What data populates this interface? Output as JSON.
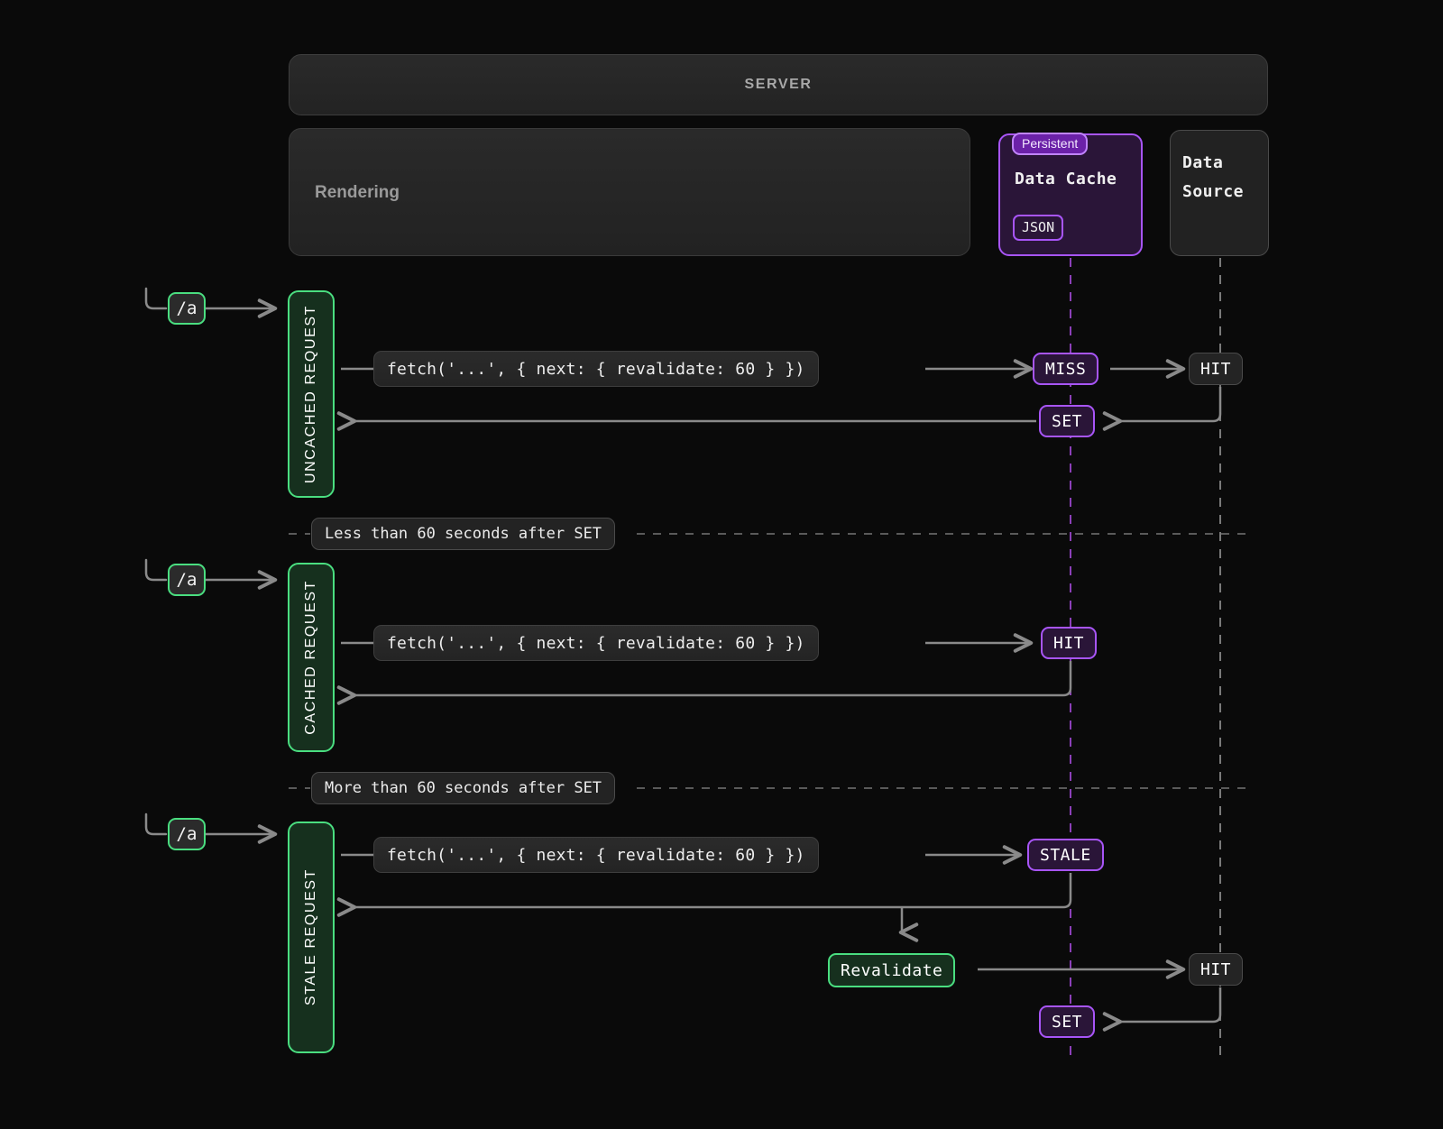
{
  "server": {
    "title": "SERVER"
  },
  "rendering": {
    "label": "Rendering"
  },
  "data_cache": {
    "tag": "Persistent",
    "title": "Data Cache",
    "format": "JSON"
  },
  "data_source": {
    "title": "Data Source"
  },
  "route": {
    "label": "/a"
  },
  "code": {
    "fetch": "fetch('...', { next: { revalidate: 60 } })"
  },
  "rows": [
    {
      "lane_label": "UNCACHED REQUEST",
      "route": "/a",
      "fetch": "fetch('...', { next: { revalidate: 60 } })",
      "cache_status": "MISS",
      "source_status": "HIT",
      "set_status": "SET"
    },
    {
      "lane_label": "CACHED REQUEST",
      "route": "/a",
      "fetch": "fetch('...', { next: { revalidate: 60 } })",
      "cache_status": "HIT"
    },
    {
      "lane_label": "STALE REQUEST",
      "route": "/a",
      "fetch": "fetch('...', { next: { revalidate: 60 } })",
      "cache_status": "STALE",
      "revalidate": "Revalidate",
      "source_status": "HIT",
      "set_status": "SET"
    }
  ],
  "dividers": [
    {
      "label": "Less than 60 seconds after SET"
    },
    {
      "label": "More than 60 seconds after SET"
    }
  ],
  "colors": {
    "background": "#0a0a0a",
    "purple_accent": "#a855f7",
    "green_accent": "#4ade80",
    "wire_gray": "#8a8a8a",
    "panel_gray": "#2a2a2a"
  }
}
